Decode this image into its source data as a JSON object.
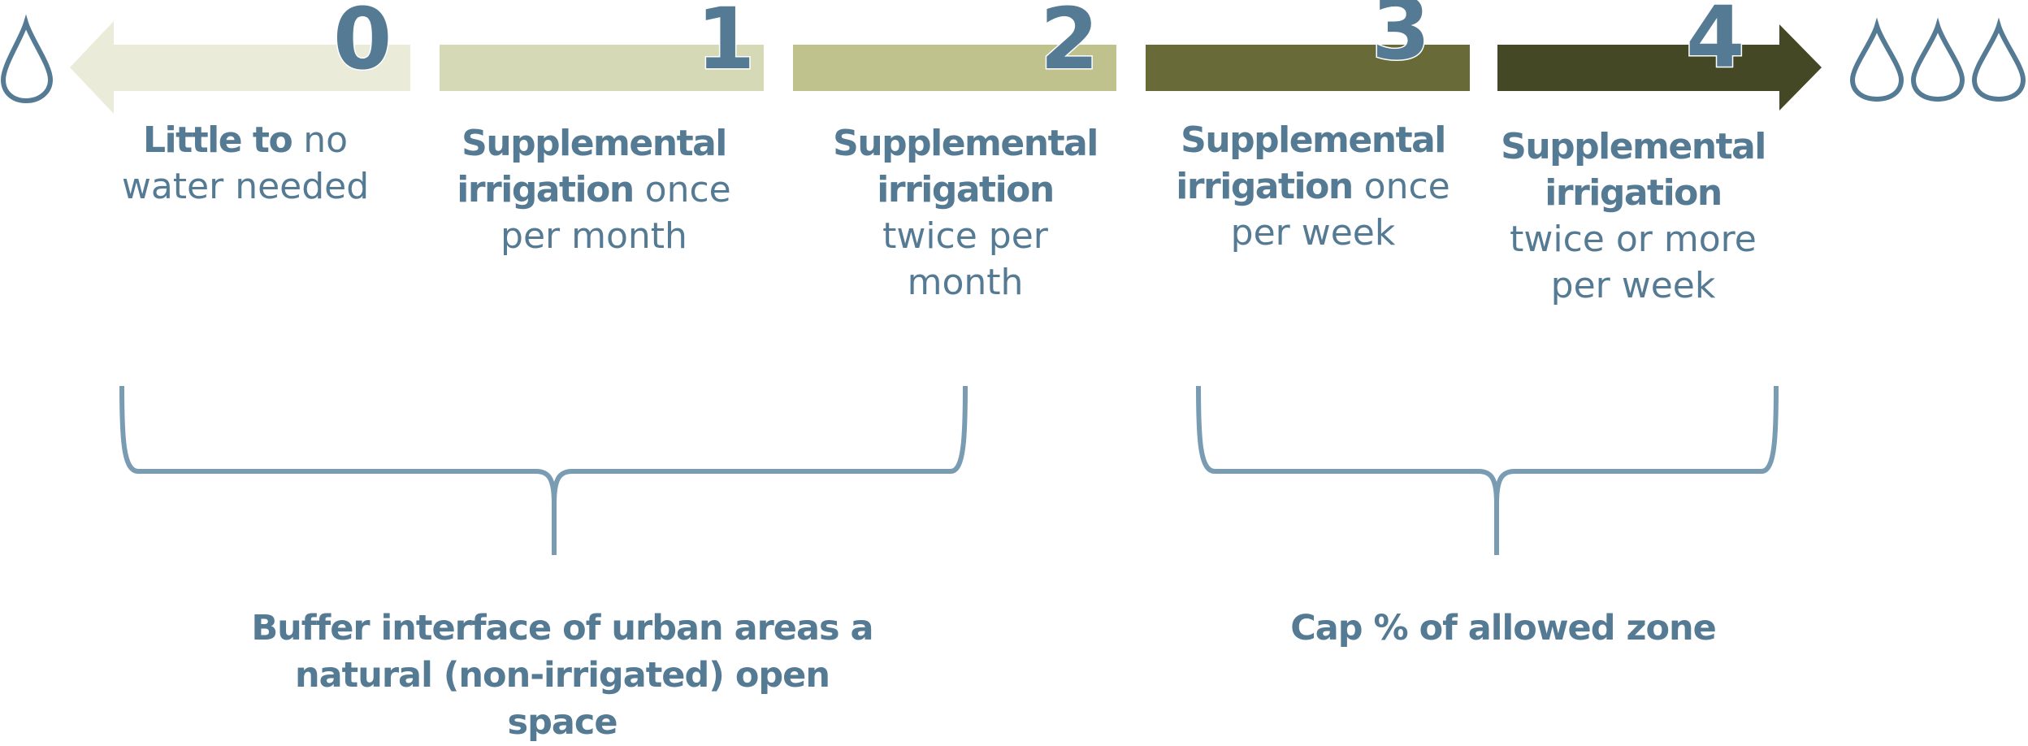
{
  "colors": {
    "text": "#557a94",
    "bracket": "#7a9cb3",
    "levels": [
      "#ebebd9",
      "#d6d9b6",
      "#bfc28c",
      "#686b38",
      "#444824"
    ]
  },
  "icons": {
    "low_water": "water-drop-icon",
    "high_water": "water-drop-icon"
  },
  "scale": {
    "levels": [
      {
        "number": "0",
        "bold": "Little to",
        "rest": "no water needed"
      },
      {
        "number": "1",
        "bold": "Supplemental irrigation",
        "rest": "once per month"
      },
      {
        "number": "2",
        "bold": "Supplemental irrigation",
        "rest": "twice per month"
      },
      {
        "number": "3",
        "bold": "Supplemental irrigation",
        "rest": "once per week"
      },
      {
        "number": "4",
        "bold": "Supplemental irrigation",
        "rest": "twice or more per week"
      }
    ]
  },
  "groups": {
    "left": {
      "line1": "Buffer interface of urban areas a",
      "line2": "natural (non-irrigated) open space"
    },
    "right": {
      "line1": "Cap % of allowed zone"
    }
  }
}
